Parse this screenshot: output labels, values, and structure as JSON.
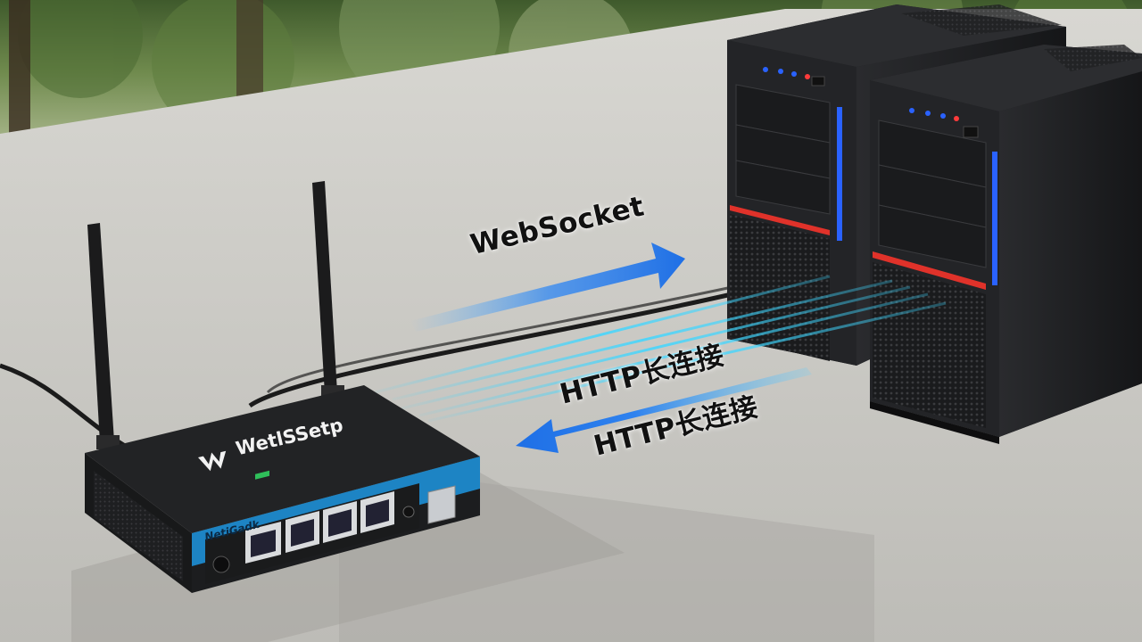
{
  "scene": {
    "labels": {
      "websocket": "WebSocket",
      "http_long_1": "HTTP长连接",
      "http_long_2": "HTTP长连接"
    },
    "router": {
      "brand_logo_text": "WetlSSetp",
      "front_brand_text": "NetiGadk",
      "port_count": 4
    },
    "colors": {
      "arrow_blue": "#1e6fe6",
      "beam_cyan": "#3fd6ff",
      "router_accent": "#1e90d6",
      "server_led_blue": "#2a62ff",
      "server_stripe_red": "#e0322a"
    }
  }
}
